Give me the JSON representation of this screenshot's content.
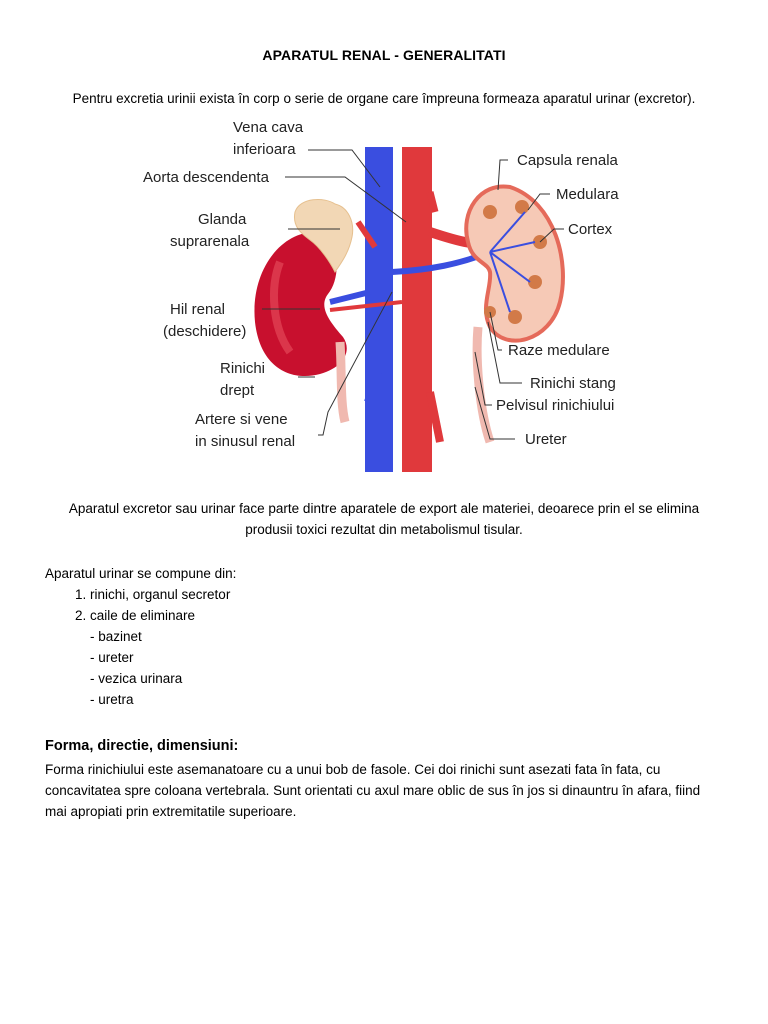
{
  "document": {
    "title": "APARATUL RENAL - GENERALITATI",
    "intro": "Pentru excretia urinii exista în corp o serie de organe care împreuna formeaza aparatul urinar (excretor).",
    "figure_labels": {
      "vena_cava_1": "Vena cava",
      "vena_cava_2": "inferioara",
      "aorta": "Aorta descendenta",
      "glanda_1": "Glanda",
      "glanda_2": "suprarenala",
      "hil_1": "Hil renal",
      "hil_2": "(deschidere)",
      "rinichi_drept_1": "Rinichi",
      "rinichi_drept_2": "drept",
      "artere_1": "Artere si vene",
      "artere_2": "in sinusul renal",
      "capsula": "Capsula renala",
      "medulara": "Medulara",
      "cortex": "Cortex",
      "raze": "Raze medulare",
      "rinichi_stang": "Rinichi stang",
      "pelvisul": "Pelvisul rinichiului",
      "ureter": "Ureter"
    },
    "para1": "Aparatul excretor sau urinar face parte dintre aparatele de export ale materiei, deoarece prin el se elimina produsii toxici rezultat din metabolismul tisular.",
    "list_intro": "Aparatul urinar se compune din:",
    "list_items": [
      "rinichi, organul secretor",
      "caile de eliminare"
    ],
    "sub_items": [
      "- bazinet",
      "- ureter",
      "- vezica urinara",
      "- uretra"
    ],
    "section_heading": "Forma, directie, dimensiuni:",
    "section_text": "Forma rinichiului este asemanatoare cu a unui bob de fasole. Cei doi rinichi sunt asezati fata în fata, cu concavitatea spre coloana vertebrala. Sunt orientati cu axul mare oblic de sus în jos si dinauntru în afara, fiind mai apropiati prin extremitatile superioare."
  },
  "colors": {
    "vein": "#3a4ee0",
    "artery": "#e0393c",
    "kidney": "#c8102e",
    "gland": "#f2d7b5"
  }
}
